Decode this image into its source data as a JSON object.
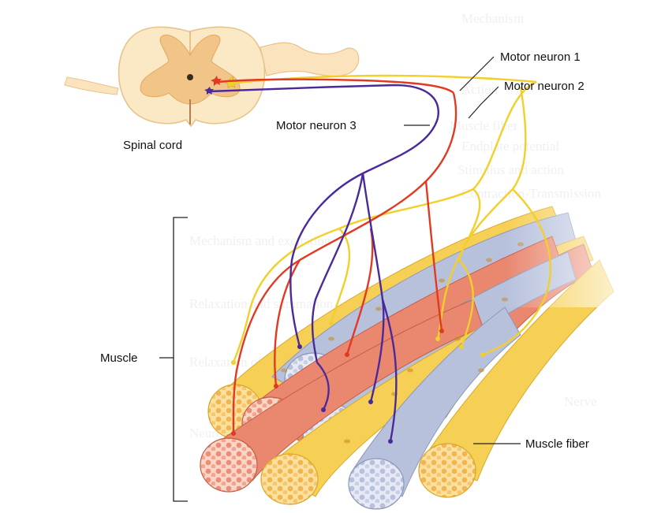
{
  "labels": {
    "spinal_cord": "Spinal cord",
    "motor_neuron_1": "Motor neuron 1",
    "motor_neuron_2": "Motor neuron 2",
    "motor_neuron_3": "Motor neuron 3",
    "muscle": "Muscle",
    "muscle_fiber": "Muscle fiber"
  },
  "colors": {
    "motor_neuron_1": "#f2cf2a",
    "motor_neuron_2": "#e23a22",
    "motor_neuron_3": "#4a2a9a",
    "fiber_yellow": "#f6cf55",
    "fiber_red": "#e9876f",
    "fiber_blue": "#b7c1dc",
    "spinal_cord": "#fbe8c4",
    "gray_matter": "#f1c488"
  },
  "ghost_text": [
    "Mechanism",
    "Action",
    "Muscle fiber",
    "Endplate potential",
    "Stimulus and action",
    "Contraction-Transmission",
    "Mechanism and excitation",
    "Relaxation and summation",
    "Relaxation of the muscle",
    "Nerve",
    "Neuromuscular junction"
  ]
}
